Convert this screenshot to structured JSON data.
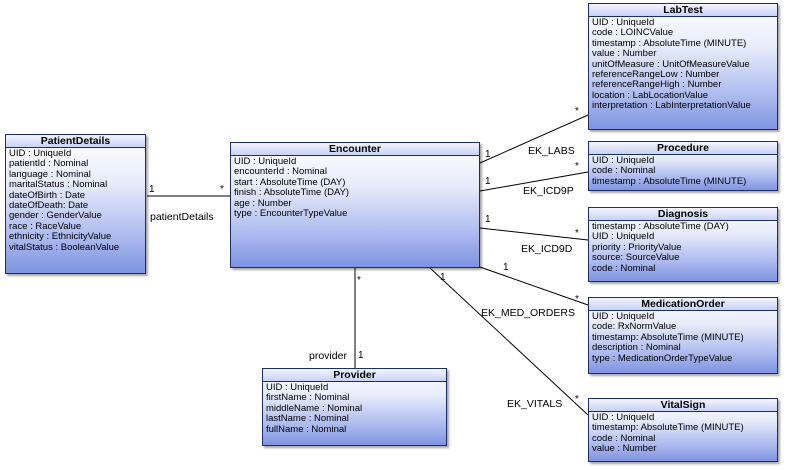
{
  "classes": {
    "patient_details": {
      "name": "PatientDetails",
      "attributes": [
        "UID : UniqueId",
        "patientId : Nominal",
        "language : Nominal",
        "maritalStatus : Nominal",
        "dateOfBirth : Date",
        "dateOfDeath: Date",
        "gender : GenderValue",
        "race : RaceValue",
        "ethnicity : EthnicityValue",
        "vitalStatus : BooleanValue"
      ]
    },
    "encounter": {
      "name": "Encounter",
      "attributes": [
        "UID : UniqueId",
        "encounterId : Nominal",
        "start : AbsoluteTime (DAY)",
        "finish : AbsoluteTime (DAY)",
        "age : Number",
        "type : EncounterTypeValue"
      ]
    },
    "provider": {
      "name": "Provider",
      "attributes": [
        "UID : UniqueId",
        "firstName : Nominal",
        "middleName : Nominal",
        "lastName : Nominal",
        "fullName : Nominal"
      ]
    },
    "lab_test": {
      "name": "LabTest",
      "attributes": [
        "UID : UniqueId",
        "code : LOINCValue",
        "timestamp : AbsoluteTime (MINUTE)",
        "value : Number",
        "unitOfMeasure : UnitOfMeasureValue",
        "referenceRangeLow : Number",
        "referenceRangeHigh : Number",
        "location : LabLocationValue",
        "interpretation : LabInterpretationValue"
      ]
    },
    "procedure": {
      "name": "Procedure",
      "attributes": [
        "UID : UniqueId",
        "code : Nominal",
        "timestamp : AbsoluteTime (MINUTE)"
      ]
    },
    "diagnosis": {
      "name": "Diagnosis",
      "attributes": [
        "timestamp : AbsoluteTime (DAY)",
        "UID : UniqueId",
        "priority : PriorityValue",
        "source: SourceValue",
        "code : Nominal"
      ]
    },
    "medication_order": {
      "name": "MedicationOrder",
      "attributes": [
        "UID : UniqueId",
        "code: RxNormValue",
        "timestamp: AbsoluteTime (MINUTE)",
        "description : Nominal",
        "type : MedicationOrderTypeValue"
      ]
    },
    "vital_sign": {
      "name": "VitalSign",
      "attributes": [
        "UID : UniqueId",
        "timestamp: AbsoluteTime (MINUTE)",
        "code : Nominal",
        "value : Number"
      ]
    }
  },
  "associations": {
    "patient_details": {
      "label": "patientDetails",
      "mult_source": "1",
      "mult_target": "*"
    },
    "provider": {
      "label": "provider",
      "mult_source": "*",
      "mult_target": "1"
    },
    "labs": {
      "label": "EK_LABS",
      "mult_source": "1",
      "mult_target": "*"
    },
    "icd9p": {
      "label": "EK_ICD9P",
      "mult_source": "1",
      "mult_target": "*"
    },
    "icd9d": {
      "label": "EK_ICD9D",
      "mult_source": "1",
      "mult_target": "*"
    },
    "med_orders": {
      "label": "EK_MED_ORDERS",
      "mult_source": "1",
      "mult_target": "*"
    },
    "vitals": {
      "label": "EK_VITALS",
      "mult_source": "1",
      "mult_target": "*"
    }
  }
}
